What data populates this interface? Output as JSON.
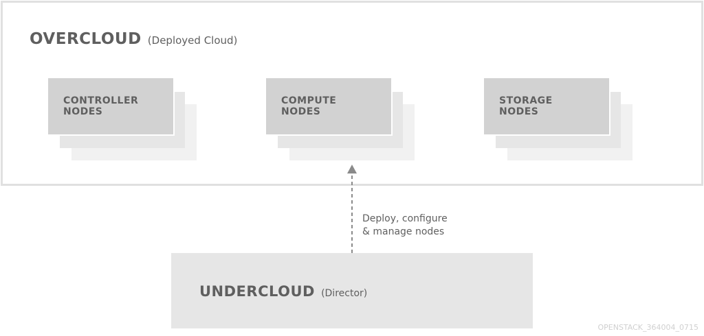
{
  "overcloud": {
    "title": "OVERCLOUD",
    "subtitle": "(Deployed Cloud)",
    "node_groups": [
      {
        "label": "CONTROLLER\nNODES"
      },
      {
        "label": "COMPUTE\nNODES"
      },
      {
        "label": "STORAGE\nNODES"
      }
    ]
  },
  "arrow": {
    "label": "Deploy, configure\n& manage nodes"
  },
  "undercloud": {
    "title": "UNDERCLOUD",
    "subtitle": "(Director)"
  },
  "watermark": "OPENSTACK_364004_0715",
  "colors": {
    "frame_border": "#e0e0e0",
    "node_front": "#d2d2d2",
    "node_mid": "#e6e6e6",
    "node_back": "#f1f1f1",
    "undercloud_fill": "#e6e6e6",
    "text": "#5f5f5f",
    "arrow": "#8a8a8a"
  }
}
